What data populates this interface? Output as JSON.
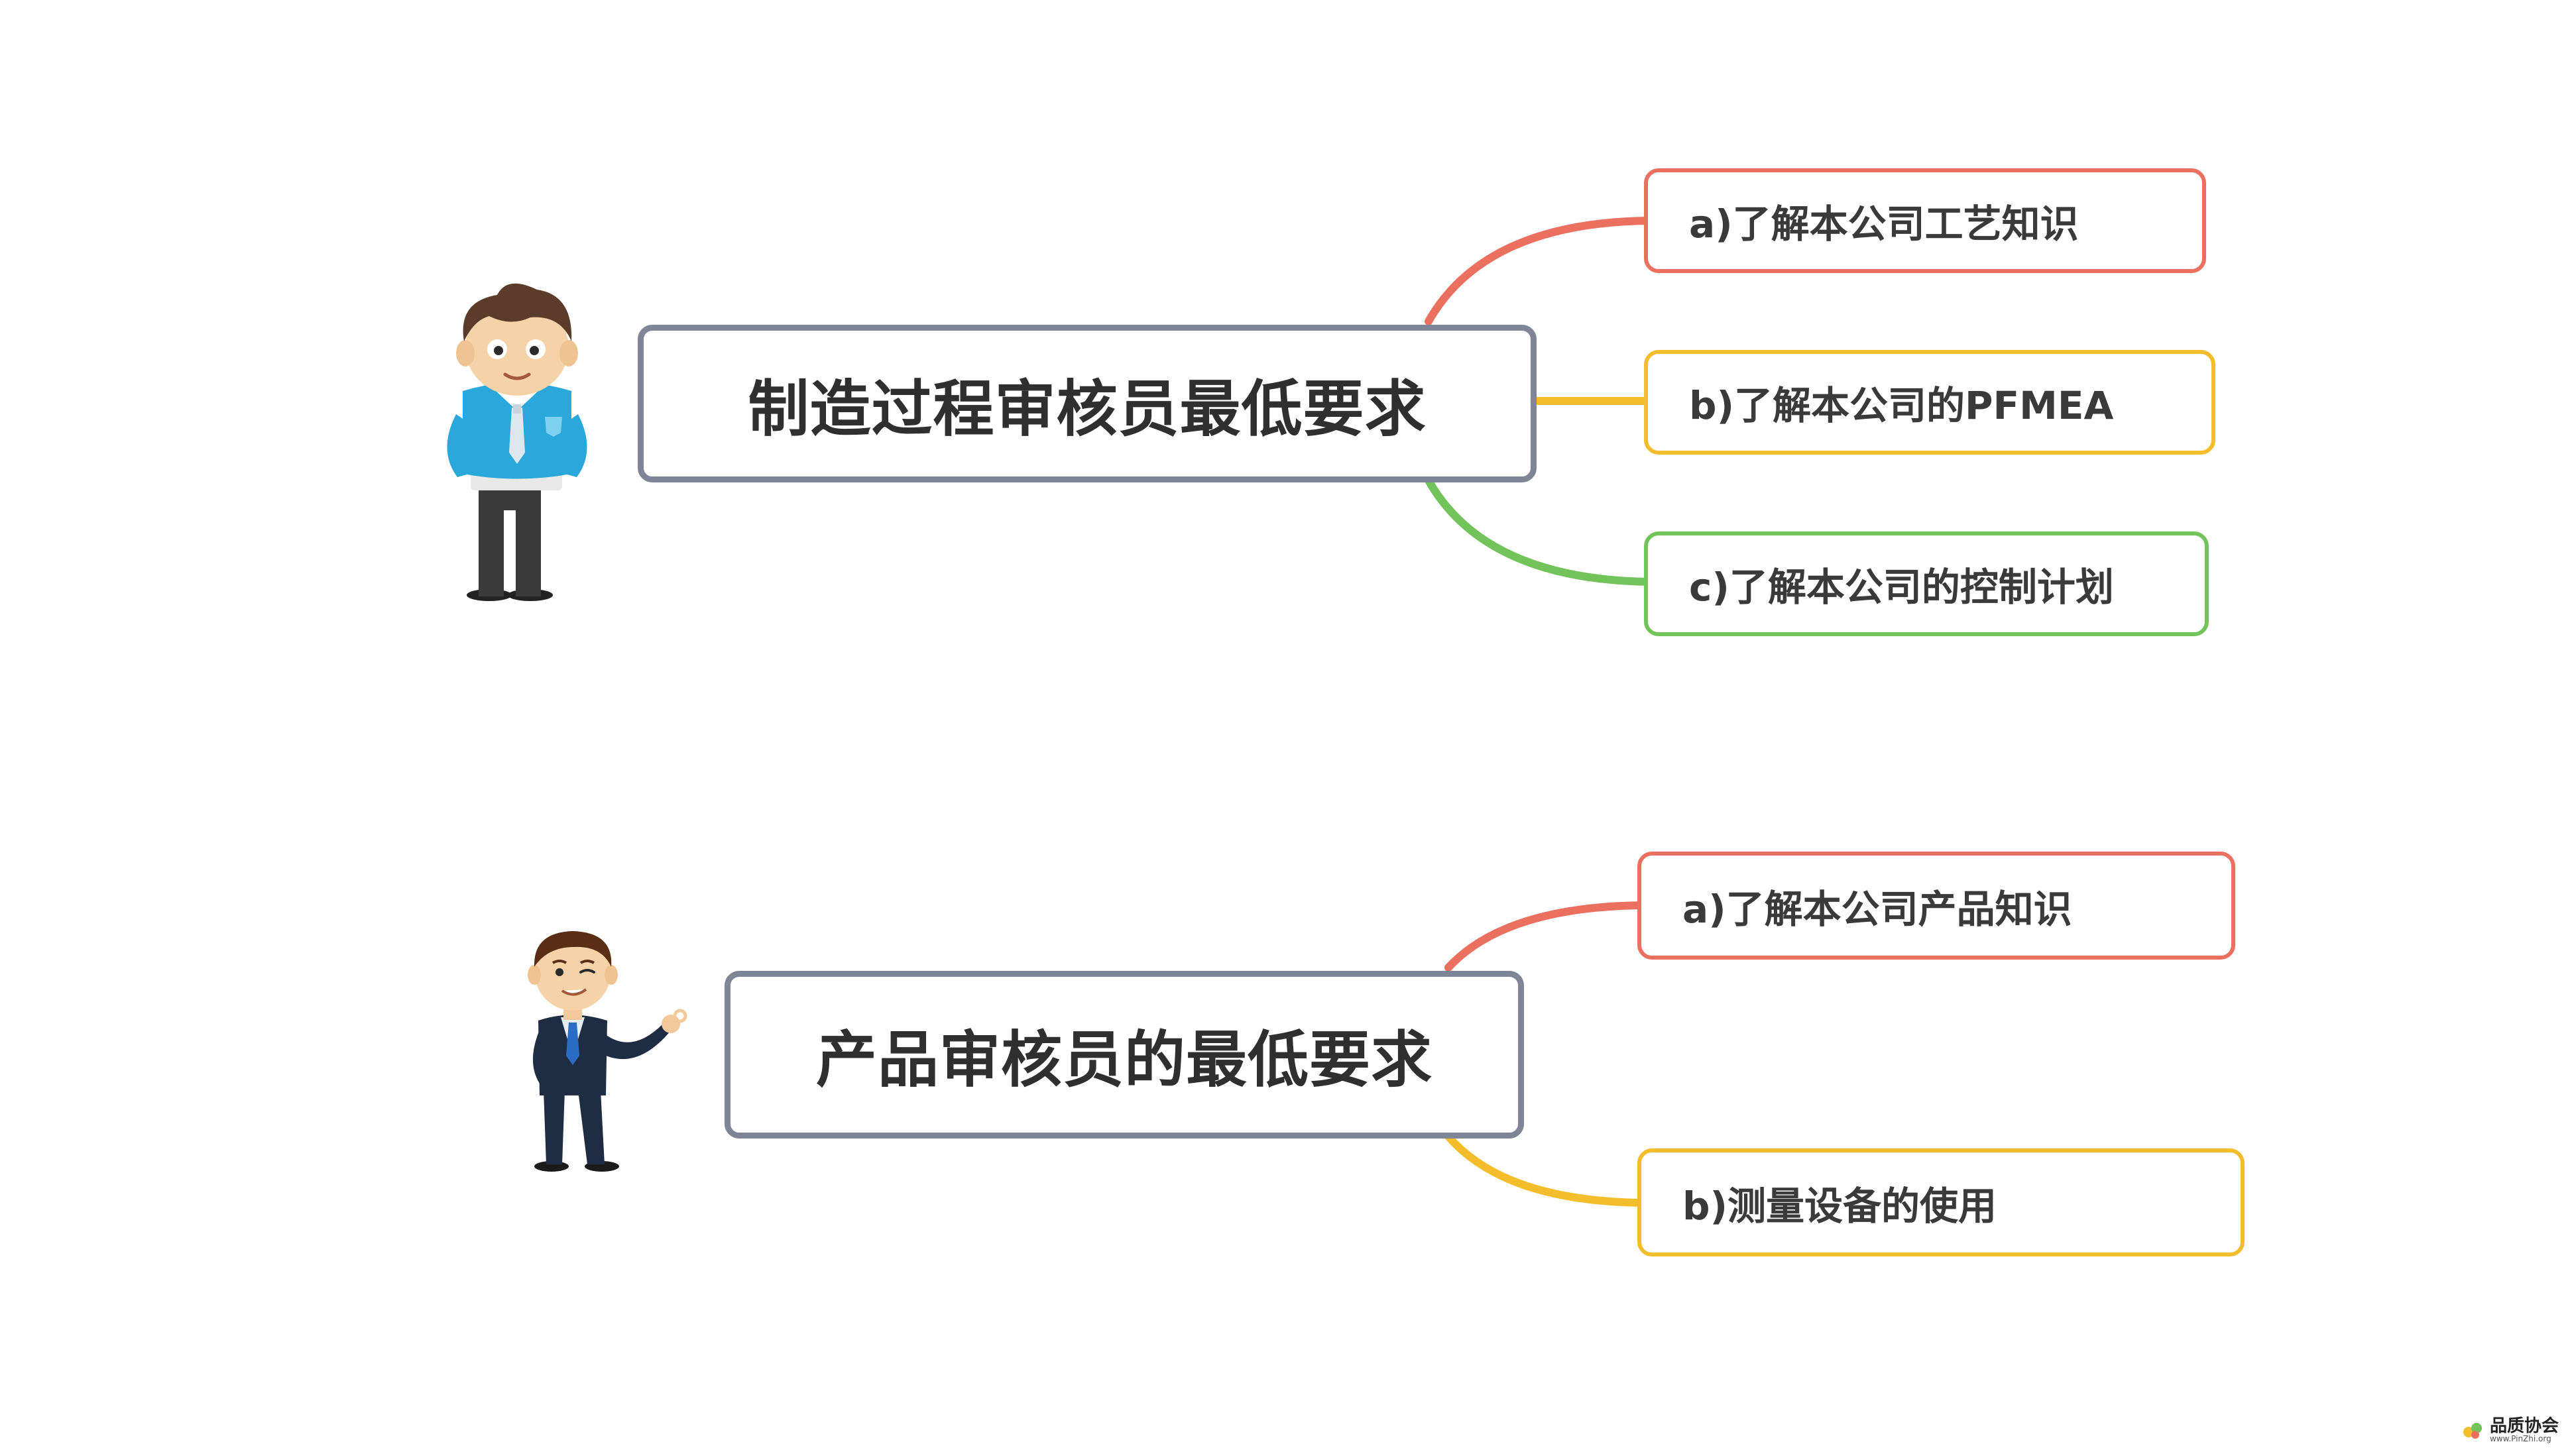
{
  "diagram": {
    "group1": {
      "title": "制造过程审核员最低要求",
      "items": [
        {
          "label": "a)了解本公司工艺知识",
          "color": "#ec7060"
        },
        {
          "label": "b)了解本公司的PFMEA",
          "color": "#f3bd2c"
        },
        {
          "label": "c)了解本公司的控制计划",
          "color": "#72c35a"
        }
      ]
    },
    "group2": {
      "title": "产品审核员的最低要求",
      "items": [
        {
          "label": "a)了解本公司产品知识",
          "color": "#ec7060"
        },
        {
          "label": "b)测量设备的使用",
          "color": "#f3bd2c"
        }
      ]
    }
  },
  "figures": [
    {
      "icon": "cartoon-man-blue-vest-icon"
    },
    {
      "icon": "cartoon-businessman-ok-gesture-icon"
    }
  ],
  "watermark": {
    "text": "品质协会",
    "url": "www.PinZhi.org"
  }
}
